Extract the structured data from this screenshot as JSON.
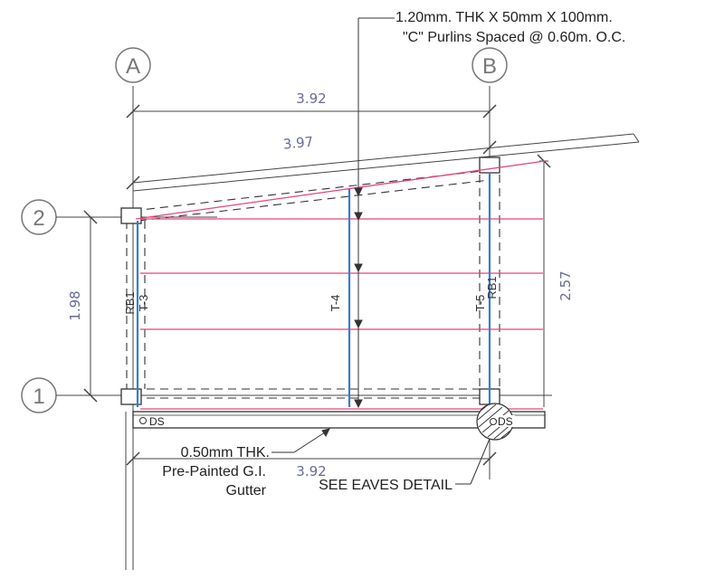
{
  "notes": {
    "purlins_line1": "1.20mm. THK X 50mm X 100mm.",
    "purlins_line2": "\"C\" Purlins Spaced @ 0.60m. O.C.",
    "gutter_line1": "0.50mm THK.",
    "gutter_line2": "Pre-Painted G.I.",
    "gutter_line3": "Gutter",
    "eaves": "SEE EAVES DETAIL"
  },
  "grid_labels": {
    "a": "A",
    "b": "B",
    "row2": "2",
    "row1": "1"
  },
  "dimensions": {
    "top_width": "3.92",
    "slope_length": "3.97",
    "left_height": "1.98",
    "right_height": "2.57",
    "bottom_width": "3.92"
  },
  "members": {
    "rb_left": "RB1",
    "t3": "T-3",
    "t4": "T-4",
    "t5": "T-5",
    "rb_right": "RB1",
    "ds_left": "DS",
    "ds_right": "DS"
  },
  "colors": {
    "purlin": "#e8457a",
    "truss": "#3a7bd5",
    "line": "#333333",
    "dimension": "#6a6a9a"
  }
}
